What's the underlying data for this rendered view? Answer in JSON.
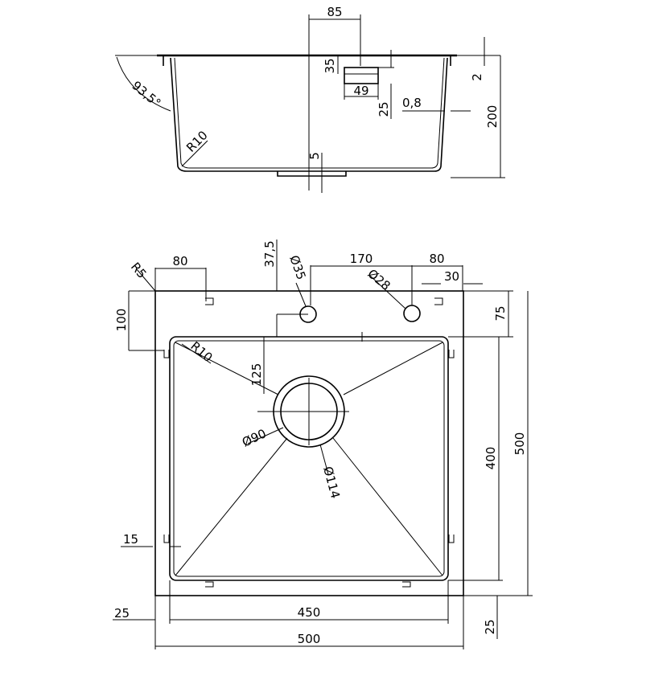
{
  "side_view": {
    "labels": {
      "w85": "85",
      "h35": "35",
      "w49": "49",
      "h25": "25",
      "t08": "0,8",
      "h2": "2",
      "h200": "200",
      "ang": "93,5°",
      "r10": "R10",
      "h5": "5"
    }
  },
  "top_view": {
    "labels": {
      "r5": "R5",
      "w80l": "80",
      "h37": "37,5",
      "d35": "Ø35",
      "w170": "170",
      "w80r": "80",
      "d28": "Ø28",
      "w30": "30",
      "h100": "100",
      "h75": "75",
      "r10": "R10",
      "h125": "125",
      "d90": "Ø90",
      "d114": "Ø114",
      "h400": "400",
      "h500": "500",
      "w15": "15",
      "w25l": "25",
      "w450": "450",
      "w500": "500",
      "h25b": "25"
    }
  }
}
